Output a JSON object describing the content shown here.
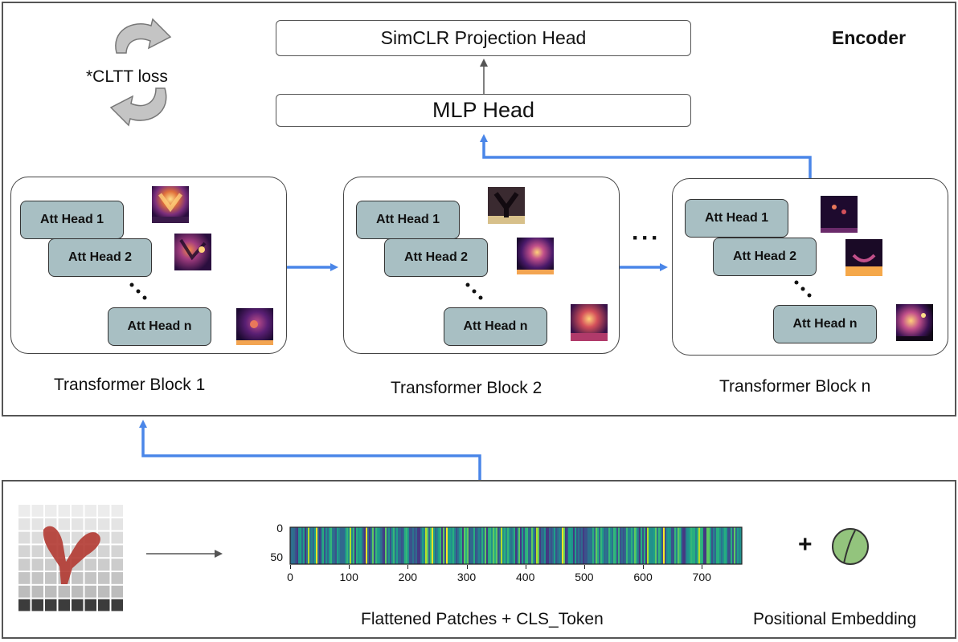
{
  "encoder": {
    "title": "Encoder",
    "loss_label": "*CLTT loss",
    "projection_head": "SimCLR Projection Head",
    "mlp_head": "MLP Head",
    "ellipsis_between_blocks": "···",
    "blocks": [
      {
        "heads": [
          "Att Head 1",
          "Att Head 2",
          "Att Head n"
        ],
        "caption": "Transformer Block 1"
      },
      {
        "heads": [
          "Att Head 1",
          "Att Head 2",
          "Att Head n"
        ],
        "caption": "Transformer Block 2"
      },
      {
        "heads": [
          "Att Head 1",
          "Att Head 2",
          "Att Head n"
        ],
        "caption": "Transformer Block n"
      }
    ]
  },
  "input": {
    "patches_caption": "Flattened Patches + CLS_Token",
    "plus_sign": "+",
    "positional_caption": "Positional Embedding",
    "x_ticks": [
      "0",
      "100",
      "200",
      "300",
      "400",
      "500",
      "600",
      "700"
    ],
    "y_ticks": [
      "0",
      "50"
    ]
  },
  "colors": {
    "arrow_blue": "#4a86e8",
    "head_fill": "#a8bfc3",
    "positional_fill": "#93c47d"
  }
}
